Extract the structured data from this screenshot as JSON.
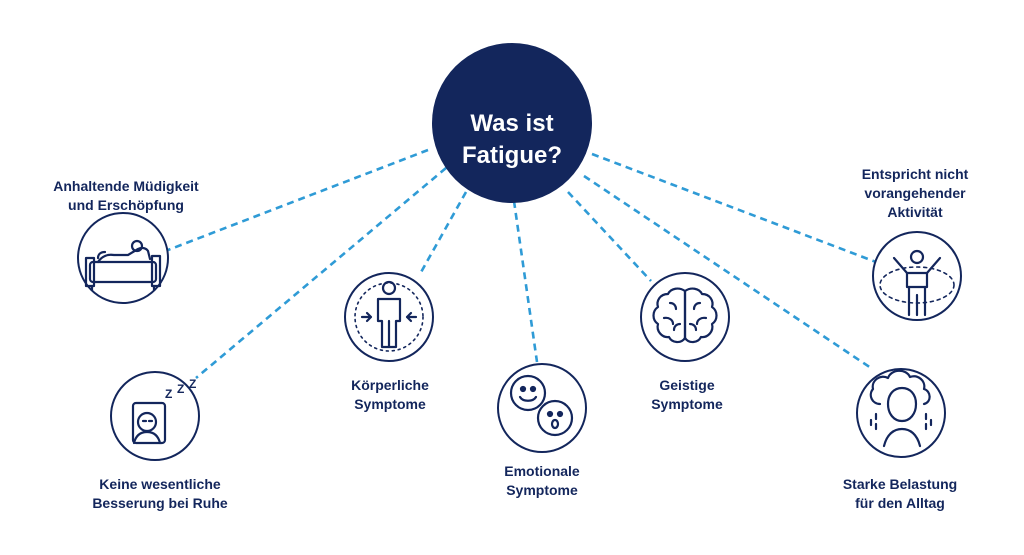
{
  "center": {
    "line1": "Was ist",
    "line2": "Fatigue?"
  },
  "nodes": [
    {
      "id": "persistent-tiredness",
      "line1": "Anhaltende Müdigkeit",
      "line2": "und Erschöpfung",
      "icon": "sofa-icon"
    },
    {
      "id": "no-improvement",
      "line1": "Keine wesentliche",
      "line2": "Besserung bei Ruhe",
      "icon": "sleeping-face-icon"
    },
    {
      "id": "physical-symptoms",
      "line1": "Körperliche",
      "line2": "Symptome",
      "icon": "body-pressure-icon"
    },
    {
      "id": "emotional-symptoms",
      "line1": "Emotionale",
      "line2": "Symptome",
      "icon": "emotion-faces-icon"
    },
    {
      "id": "mental-symptoms",
      "line1": "Geistige",
      "line2": "Symptome",
      "icon": "brain-icon"
    },
    {
      "id": "not-matching-activity",
      "line1": "Entspricht nicht",
      "line2": "vorangehender",
      "line3": "Aktivität",
      "icon": "stretching-person-icon"
    },
    {
      "id": "heavy-burden",
      "line1": "Starke Belastung",
      "line2": "für den Alltag",
      "icon": "rain-cloud-person-icon"
    }
  ],
  "colors": {
    "navy": "#13265c",
    "dash": "#2f9bd6",
    "white": "#ffffff"
  }
}
